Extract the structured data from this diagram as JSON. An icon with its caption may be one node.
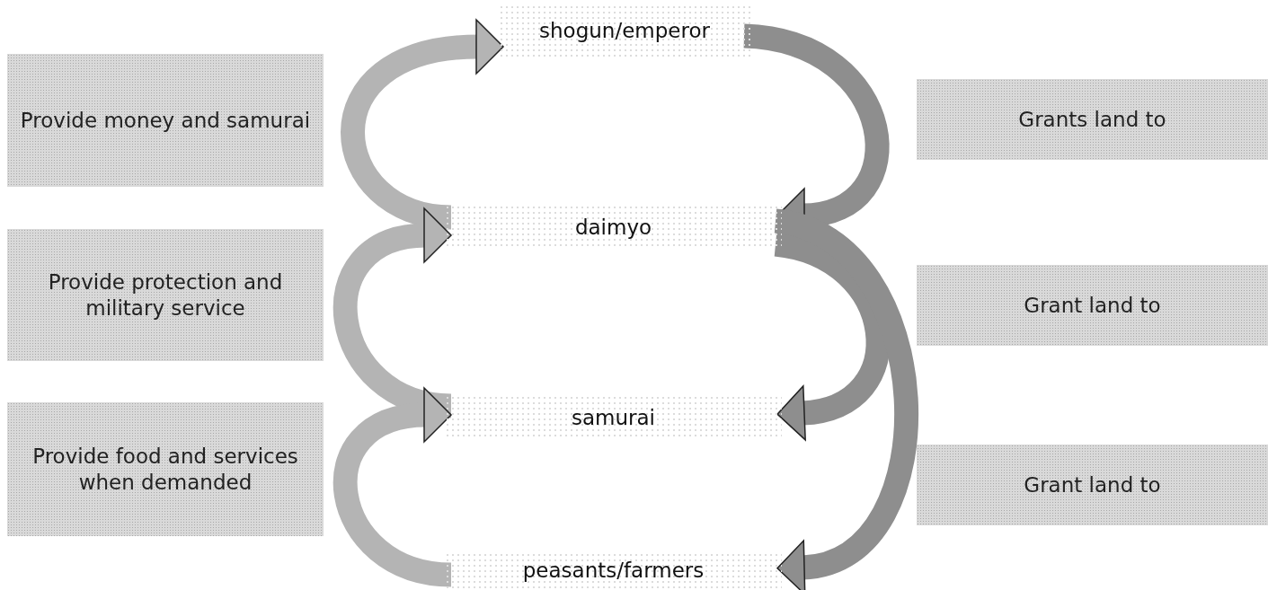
{
  "diagram": {
    "nodes": [
      {
        "text": [
          "shogun/emperor"
        ]
      },
      {
        "text": [
          "daimyo"
        ]
      },
      {
        "text": [
          "samurai"
        ]
      },
      {
        "text": [
          "peasants/farmers"
        ]
      },
      {
        "text": [
          "Provide money and samurai"
        ]
      },
      {
        "text": [
          "Provide protection and military service"
        ]
      },
      {
        "text": [
          "Provide food and services when demanded"
        ]
      },
      {
        "text": [
          "Grants land to"
        ]
      },
      {
        "text": [
          "Grant land to"
        ]
      },
      {
        "text": [
          "Grant land to"
        ]
      }
    ],
    "edges": [
      {
        "from": 1,
        "to": 0,
        "arrow": "to",
        "color": "#b4b4b4"
      },
      {
        "from": 2,
        "to": 1,
        "arrow": "to",
        "color": "#b4b4b4"
      },
      {
        "from": 3,
        "to": 2,
        "arrow": "to",
        "color": "#b4b4b4"
      },
      {
        "from": 0,
        "to": 1,
        "arrow": "to",
        "color": "#8e8e8e"
      },
      {
        "from": 1,
        "to": 2,
        "arrow": "to",
        "color": "#8e8e8e"
      },
      {
        "from": 1,
        "to": 3,
        "arrow": "to",
        "color": "#8e8e8e"
      }
    ]
  }
}
